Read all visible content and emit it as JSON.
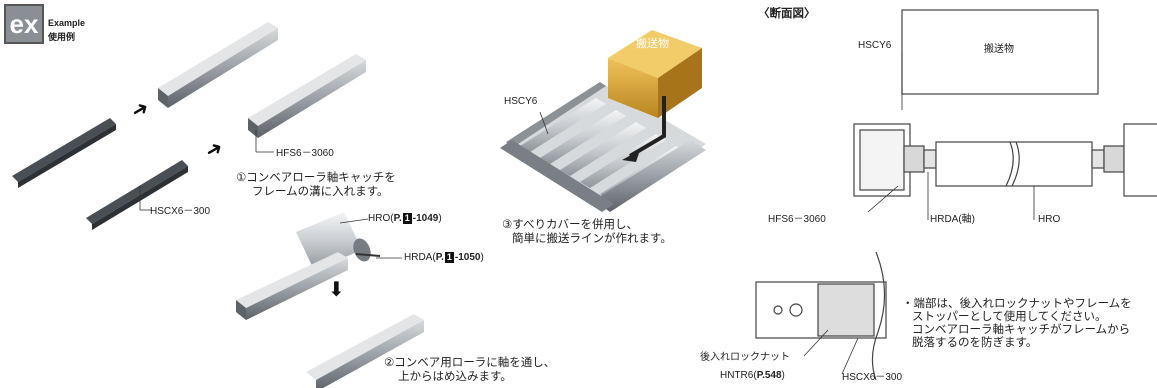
{
  "badge": {
    "logo_text": "ex",
    "title": "Example",
    "subtitle": "使用例"
  },
  "section_label": "〈断面図〉",
  "captions": {
    "step1_line1": "①コンベアローラ軸キャッチを",
    "step1_line2": "フレームの溝に入れます。",
    "step2_line1": "②コンベア用ローラに軸を通し、",
    "step2_line2": "上からはめ込みます。",
    "step3_line1": "③すべりカバーを併用し、",
    "step3_line2": "簡単に搬送ラインが作れます。"
  },
  "labels": {
    "hfs6": "HFS6－3060",
    "hscx6": "HSCX6－300",
    "hscy6": "HSCY6",
    "hro": "HRO",
    "hrda": "HRDA",
    "ref_prefix": "P.",
    "ref_vol": "1",
    "hro_page": "-1049",
    "hrda_page": "-1050",
    "cargo": "搬送物",
    "sec_hscy6": "HSCY6",
    "sec_cargo": "搬送物",
    "sec_hfs6": "HFS6－3060",
    "sec_hrda": "HRDA(軸)",
    "sec_hro": "HRO",
    "locknut_label": "後入れロックナット",
    "hntr6": "HNTR6",
    "hntr6_page": "P.548",
    "hscx6_b": "HSCX6－300"
  },
  "note": {
    "line1": "・端部は、後入れロックナットやフレームを",
    "line2": "ストッパーとして使用してください。",
    "line3": "コンベアローラ軸キャッチがフレームから",
    "line4": "脱落するのを防ぎます。"
  },
  "colors": {
    "badge_bg": "#8a8f96",
    "cargo": "#d7a331",
    "rail": "#9aa0a6",
    "dark": "#333333"
  }
}
